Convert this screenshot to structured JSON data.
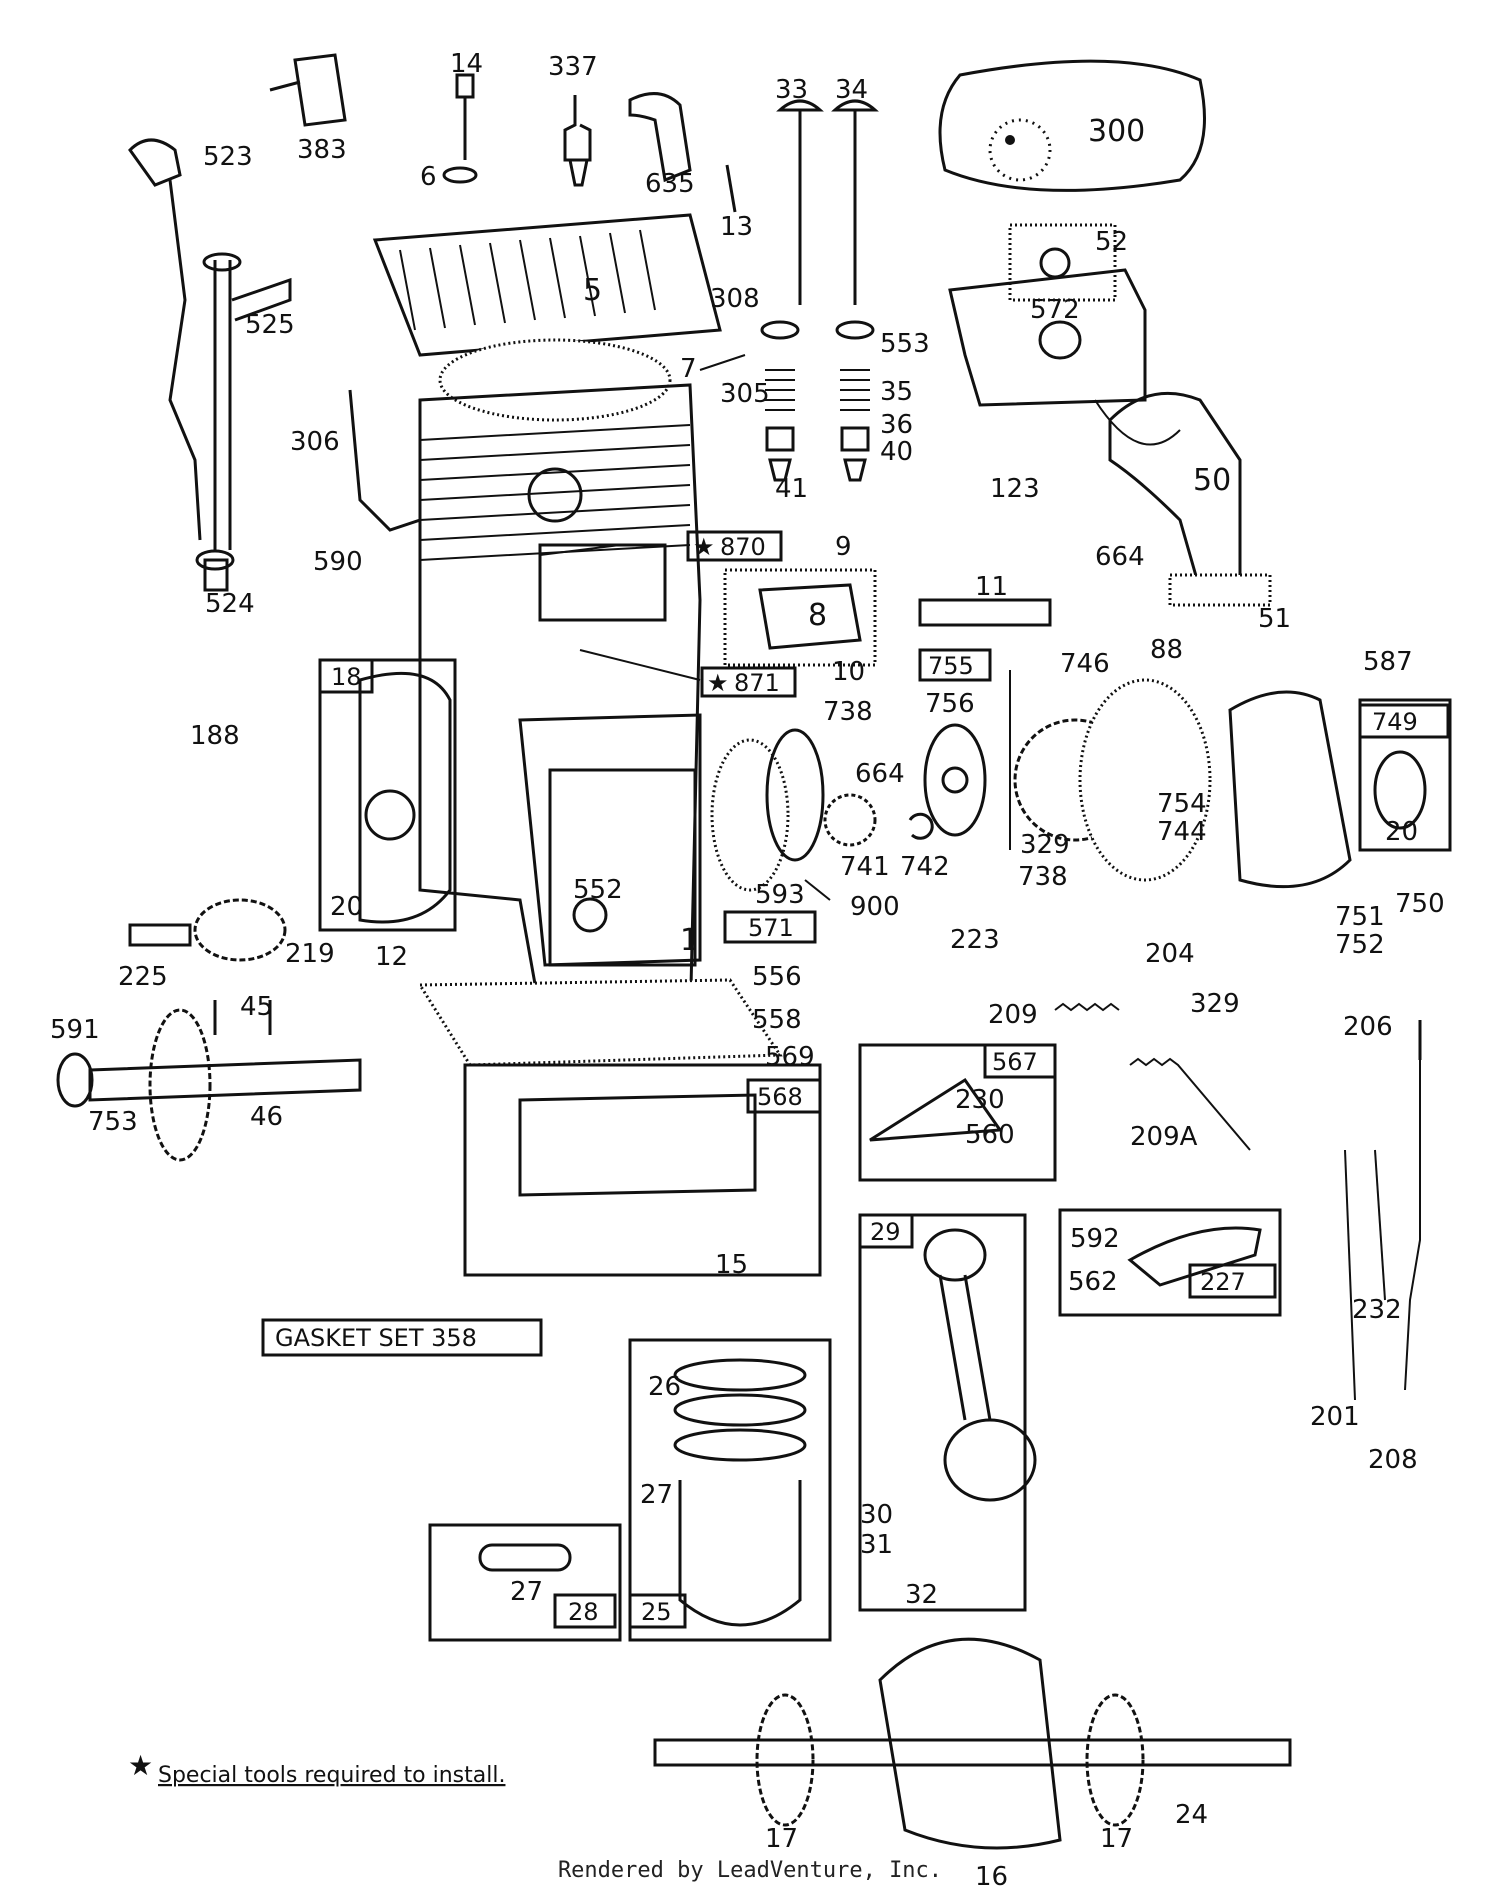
{
  "parts": {
    "p14": "14",
    "p337": "337",
    "p33": "33",
    "p34": "34",
    "p300": "300",
    "p383": "383",
    "p523": "523",
    "p6": "6",
    "p635": "635",
    "p13": "13",
    "p5": "5",
    "p308": "308",
    "p52": "52",
    "p572": "572",
    "p553": "553",
    "p525": "525",
    "p7": "7",
    "p305": "305",
    "p35": "35",
    "p36": "36",
    "p306": "306",
    "p40": "40",
    "p41": "41",
    "p123": "123",
    "p50": "50",
    "p590": "590",
    "p524": "524",
    "p664a": "664",
    "p9": "9",
    "p8": "8",
    "p11": "11",
    "p51": "51",
    "p10": "10",
    "p746": "746",
    "p88": "88",
    "p587": "587",
    "p188": "188",
    "p738a": "738",
    "p756": "756",
    "p664b": "664",
    "p754": "754",
    "p744": "744",
    "p20a": "20",
    "p20b": "20",
    "p329a": "329",
    "p738b": "738",
    "p593": "593",
    "p741": "741",
    "p742": "742",
    "p900": "900",
    "p750": "750",
    "p751": "751",
    "p752": "752",
    "p552": "552",
    "p225": "225",
    "p219": "219",
    "p12": "12",
    "p223": "223",
    "p204": "204",
    "p556": "556",
    "p329b": "329",
    "p45": "45",
    "p558": "558",
    "p591": "591",
    "p209": "209",
    "p569": "569",
    "p206": "206",
    "p753": "753",
    "p46": "46",
    "p230": "230",
    "p560": "560",
    "p209A": "209A",
    "p15": "15",
    "p592": "592",
    "p562": "562",
    "p232": "232",
    "p26": "26",
    "p201": "201",
    "p208": "208",
    "p27a": "27",
    "p30": "30",
    "p31": "31",
    "p27b": "27",
    "p32": "32",
    "p17a": "17",
    "p17b": "17",
    "p24": "24",
    "p16": "16",
    "p1": "1"
  },
  "boxes": {
    "b870": "870",
    "b871": "871",
    "b18": "18",
    "b755": "755",
    "b749": "749",
    "b571": "571",
    "b567": "567",
    "b568": "568",
    "b29": "29",
    "b227": "227",
    "b28": "28",
    "b25": "25"
  },
  "gasket_set": "GASKET SET 358",
  "footnote": "Special tools required to install.",
  "footer": "Rendered by LeadVenture, Inc."
}
